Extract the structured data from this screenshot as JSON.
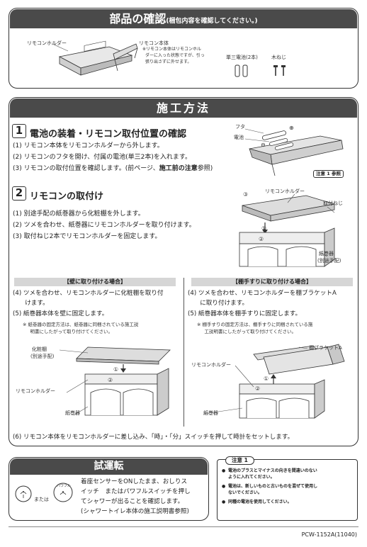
{
  "parts": {
    "title": "部品の確認",
    "title_note": "(梱包内容を確認してください。)",
    "holder_label": "リモコンホルダー",
    "remote_label": "リモコン本体",
    "remote_note": [
      "※リモコン本体はリモコンホル",
      "ダーに入った状態ですが、引っ",
      "張り出さずに外せます。"
    ],
    "battery_label": "単三電池(2本)",
    "screw_label": "木ねじ"
  },
  "install": {
    "title": "施工方法",
    "step1": {
      "num": "1",
      "heading": "電池の装着・リモコン取付位置の確認",
      "lines": [
        "(1) リモコン本体をリモコンホルダーから外します。",
        "(2) リモコンのフタを開け、付属の電池(単三2本)を入れます。"
      ],
      "line3_pre": "(3) リモコンの取付位置を確認します。(前ページ、",
      "line3_bold": "施工前の注意",
      "line3_post": "参照)",
      "fig_lid": "フタ",
      "fig_battery": "電池",
      "fig_plus": "⊕",
      "fig_minus": "⊖",
      "fig_notice": "注意 1 参照"
    },
    "step2": {
      "num": "2",
      "heading": "リモコンの取付け",
      "lines": [
        "(1) 別途手配の紙巻器から化粧棚を外します。",
        "(2) ツメを合わせ、紙巻器にリモコンホルダーを取り付けます。",
        "(3) 取付ねじ2本でリモコンホルダーを固定します。"
      ],
      "fig_holder": "リモコンホルダー",
      "fig_screw": "取付ねじ",
      "fig_paper": "紙巻器",
      "fig_paper_sub": "(別途手配)",
      "fig_n3": "③",
      "fig_n2": "②",
      "fig_n1": "①"
    },
    "wall": {
      "title": "【壁に取り付ける場合】",
      "lines": [
        "(4) ツメを合わせ、リモコンホルダーに化粧棚を取り付",
        "　　けます。",
        "(5) 紙巻器本体を壁に固定します。"
      ],
      "note": [
        "※ 紙巻器の固定方法は、紙巻器に同梱されている施工説",
        "　明書にしたがって取り付けてください。"
      ],
      "fig_shelf": "化粧棚",
      "fig_shelf_sub": "(別途手配)",
      "fig_holder": "リモコンホルダー",
      "fig_paper": "紙巻器",
      "fig_n1": "①",
      "fig_n2": "②"
    },
    "rail": {
      "title": "【棚手すりに取り付ける場合】",
      "lines": [
        "(4) ツメを合わせ、リモコンホルダーを棚ブラケットA",
        "　　に取り付けます。",
        "(5) 紙巻器本体を棚手すりに固定します。"
      ],
      "note": [
        "※ 棚手すりの固定方法は、棚手すりに同梱されている施",
        "　工説明書にしたがって取り付けてください。"
      ],
      "fig_bracket": "棚ブラケットA",
      "fig_holder": "リモコンホルダー",
      "fig_paper": "紙巻器",
      "fig_n1": "①",
      "fig_n2": "②"
    },
    "step6": "(6) リモコン本体をリモコンホルダーに差し込み、「時」・「分」スイッチを押して時計をセットします。"
  },
  "trial": {
    "title": "試運転",
    "lines": [
      "着座センサーをONしたまま、おしりス",
      "イッチ　またはパワフルスイッチを押し",
      "てシャワーが出ることを確認します。",
      "(シャワートイレ本体の施工説明書参照)"
    ],
    "or_text": "または",
    "powerful_label": "パワフル"
  },
  "notice": {
    "title": "注意 1",
    "items": [
      [
        "電池のプラスとマイナスの向きを間違いのない",
        "ように入れてください。"
      ],
      [
        "電池は、新しいものと古いものを混ぜて使用し",
        "ないでください。"
      ],
      [
        "同種の電池を使用してください。"
      ]
    ]
  },
  "footer": {
    "code": "PCW-1152A(11040)"
  }
}
